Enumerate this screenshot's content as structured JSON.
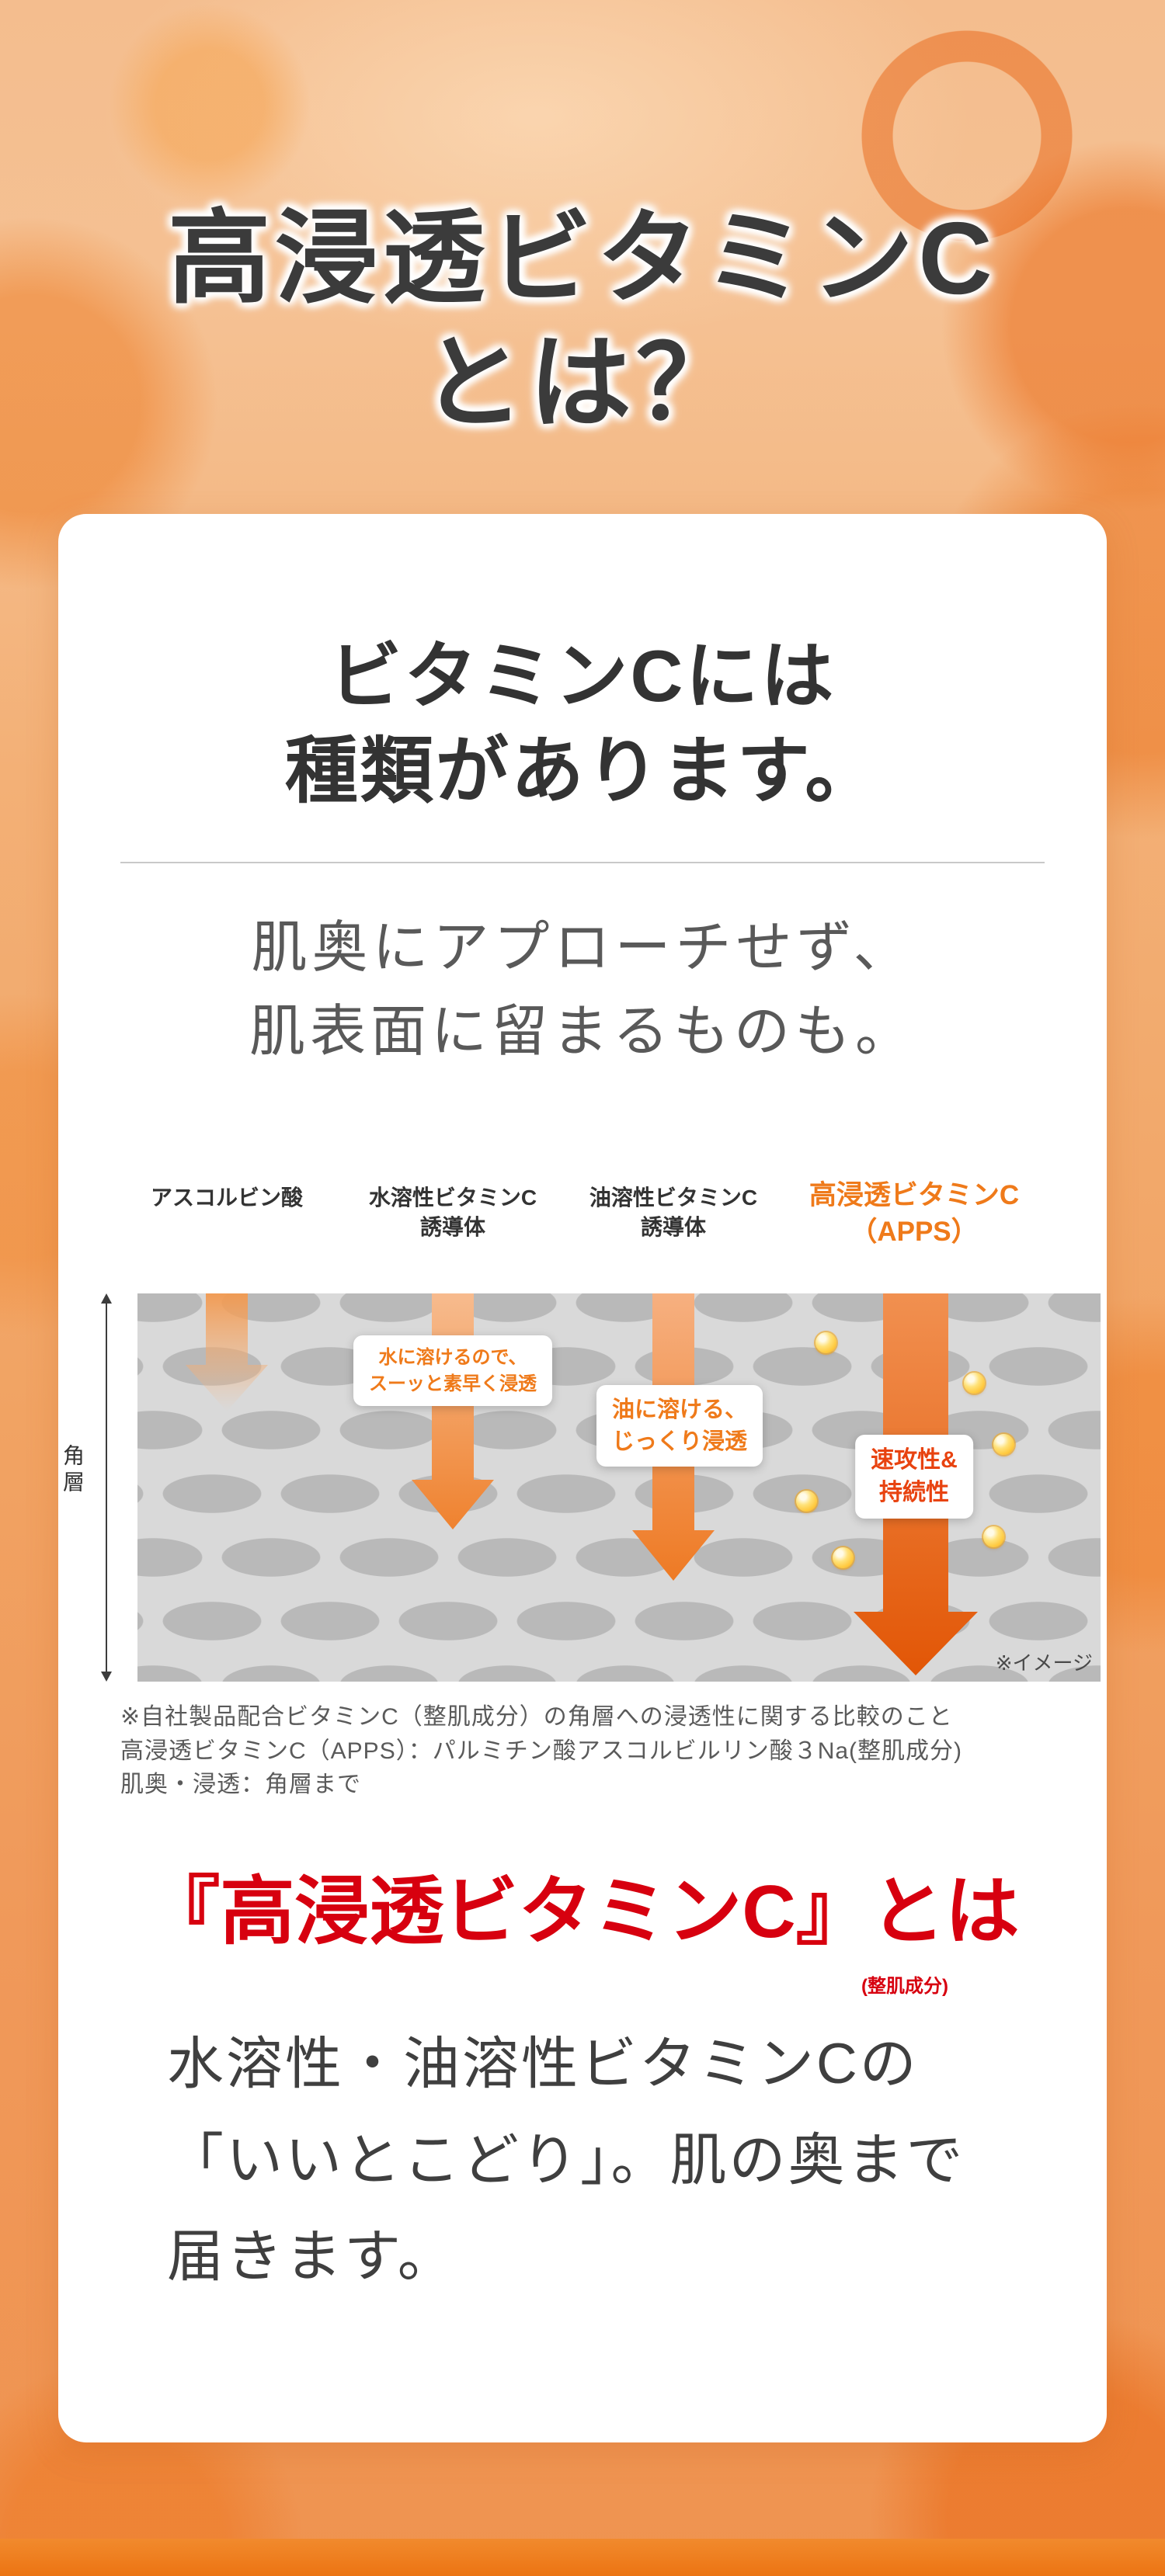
{
  "hero": {
    "title_line1": "高浸透ビタミンC",
    "title_line2": "とは？"
  },
  "card": {
    "heading_line1": "ビタミンCには",
    "heading_line2": "種類があります。",
    "lead_line1": "肌奥にアプローチせず、",
    "lead_line2": "肌表面に留まるものも。",
    "diagram": {
      "columns": [
        {
          "line1": "アスコルビン酸",
          "line2": ""
        },
        {
          "line1": "水溶性ビタミンC",
          "line2": "誘導体"
        },
        {
          "line1": "油溶性ビタミンC",
          "line2": "誘導体"
        },
        {
          "line1": "高浸透ビタミンC",
          "line2": "（APPS）"
        }
      ],
      "axis_label": "角層",
      "callout1_line1": "水に溶けるので、",
      "callout1_line2": "スーッと素早く浸透",
      "callout2_line1": "油に溶ける、",
      "callout2_line2": "じっくり浸透",
      "callout3_line1": "速攻性&",
      "callout3_line2": "持続性",
      "note": "※イメージ"
    },
    "footnote_line1": "※自社製品配合ビタミンC（整肌成分）の角層への浸透性に関する比較のこと",
    "footnote_line2": "高浸透ビタミンC（APPS）：パルミチン酸アスコルビルリン酸３Na(整肌成分)",
    "footnote_line3": "肌奥・浸透：角層まで",
    "claim_heading": "『高浸透ビタミンC』とは",
    "claim_note": "(整肌成分)",
    "claim_line1": "水溶性・油溶性ビタミンCの",
    "claim_line2": "「いいとこどり」。肌の奥まで",
    "claim_line3": "届きます。"
  },
  "colors": {
    "accent_orange": "#ef7a1a",
    "deep_orange": "#e25606",
    "claim_red": "#d7000f",
    "band_gray": "#d9d9d9",
    "cell_gray": "#b9b9b9",
    "dot_yellow": "#ffc93e"
  }
}
